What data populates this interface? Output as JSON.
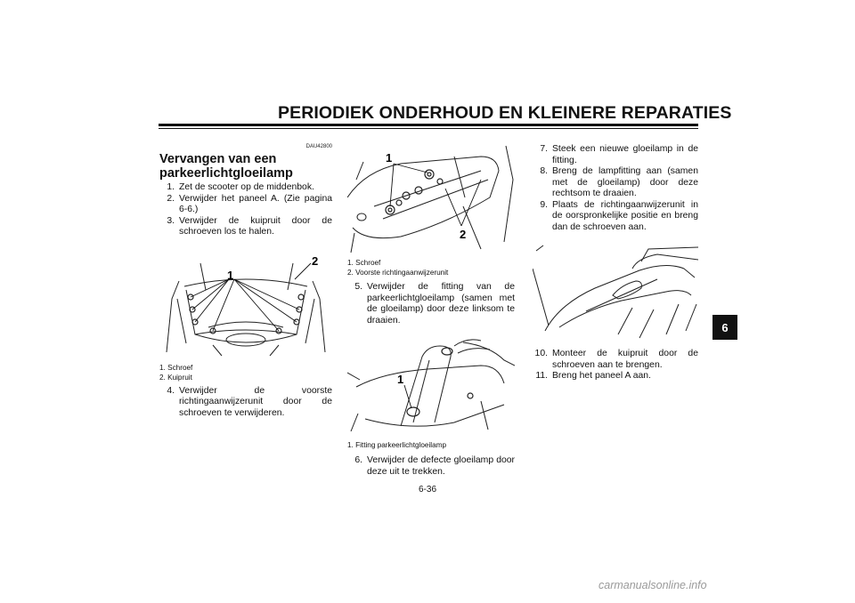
{
  "header": {
    "title": "PERIODIEK ONDERHOUD EN KLEINERE REPARATIES"
  },
  "doc_code": "DAU42800",
  "section": {
    "title": "Vervangen van een parkeerlichtgloeilamp"
  },
  "steps_a": [
    {
      "num": "1.",
      "text": "Zet de scooter op de middenbok."
    },
    {
      "num": "2.",
      "text": "Verwijder het paneel A. (Zie pagina 6-6.)"
    },
    {
      "num": "3.",
      "text": "Verwijder de kuipruit door de schroeven los te halen."
    }
  ],
  "fig1": {
    "callouts": [
      "1",
      "2"
    ],
    "captions": [
      "1. Schroef",
      "2. Kuipruit"
    ]
  },
  "steps_b": [
    {
      "num": "4.",
      "text": "Verwijder de voorste richtingaanwijzerunit door de schroeven te verwijderen."
    }
  ],
  "fig2": {
    "callouts": [
      "1",
      "2"
    ],
    "captions": [
      "1. Schroef",
      "2. Voorste richtingaanwijzerunit"
    ]
  },
  "steps_c": [
    {
      "num": "5.",
      "text": "Verwijder de fitting van de parkeerlichtgloeilamp (samen met de gloeilamp) door deze linksom te draaien."
    }
  ],
  "fig3": {
    "callouts": [
      "1"
    ],
    "captions": [
      "1. Fitting parkeerlichtgloeilamp"
    ]
  },
  "steps_d": [
    {
      "num": "6.",
      "text": "Verwijder de defecte gloeilamp door deze uit te trekken."
    }
  ],
  "steps_e": [
    {
      "num": "7.",
      "text": "Steek een nieuwe gloeilamp in de fitting."
    },
    {
      "num": "8.",
      "text": "Breng de lampfitting aan (samen met de gloeilamp) door deze rechtsom te draaien."
    },
    {
      "num": "9.",
      "text": "Plaats de richtingaanwijzerunit in de oorspronkelijke positie en breng dan de schroeven aan."
    }
  ],
  "steps_f": [
    {
      "num": "10.",
      "text": "Monteer de kuipruit door de schroeven aan te brengen."
    },
    {
      "num": "11.",
      "text": "Breng het paneel A aan."
    }
  ],
  "side_tab": "6",
  "page_number": "6-36",
  "watermark": "carmanualsonline.info"
}
